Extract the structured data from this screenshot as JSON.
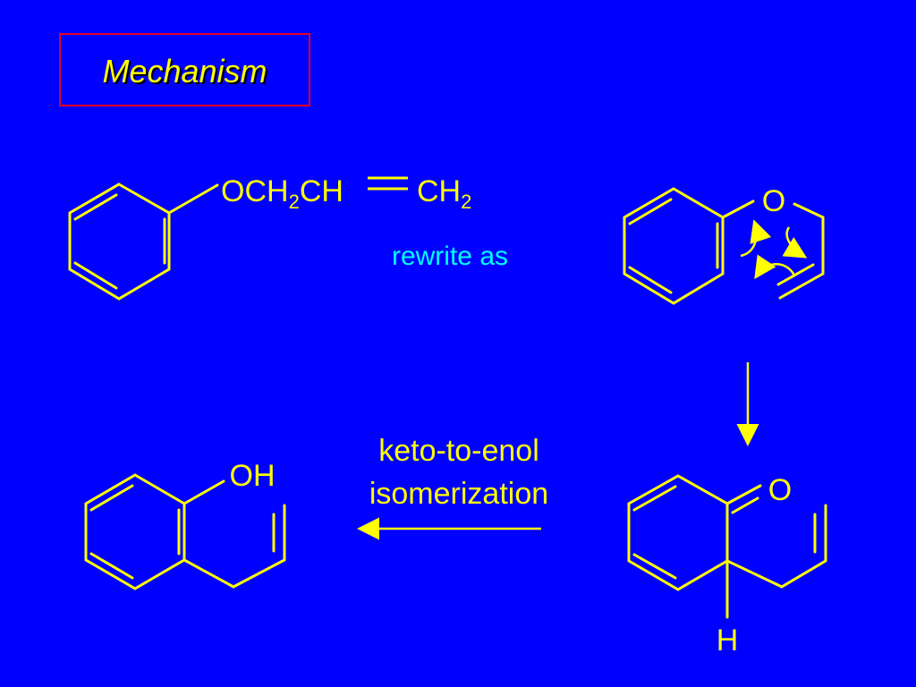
{
  "slide": {
    "title": "Mechanism",
    "rewrite_label": "rewrite as",
    "isomerization_label": [
      "keto-to-enol",
      "isomerization"
    ],
    "colors": {
      "background": "#0000ff",
      "structure": "#ffff00",
      "accent_text": "#00ffff",
      "title_border": "#e8001c"
    }
  },
  "molecules": {
    "allyl_phenyl_ether": {
      "formula_parts": [
        "OCH",
        "2",
        "CH",
        "CH",
        "2"
      ]
    },
    "transition_state": {
      "oxygen_label": "O"
    },
    "dienone": {
      "oxygen_label": "O",
      "hydrogen_label": "H"
    },
    "allylphenol": {
      "hydroxyl_label": "OH"
    }
  },
  "arrows": {
    "down": "reaction-arrow-down",
    "left": "reaction-arrow-left"
  }
}
